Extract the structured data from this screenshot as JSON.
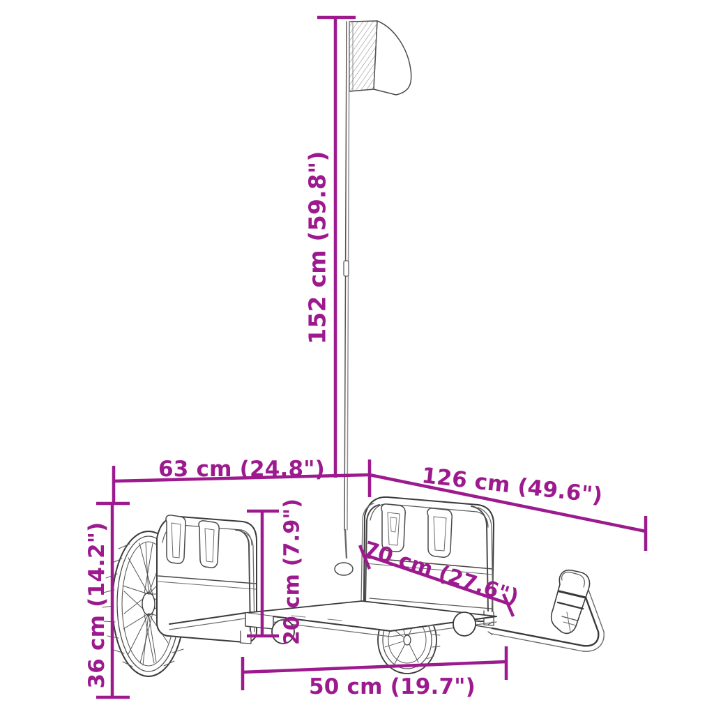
{
  "diagram": {
    "type": "technical-dimension-drawing",
    "subject": "bicycle cargo trailer",
    "background_color": "#ffffff",
    "dimension_color": "#9C1A8E",
    "line_art_color": "#3a3a3a"
  },
  "dimensions": {
    "height_total": {
      "label": "152 cm (59.8\")",
      "value_cm": 152,
      "value_in": 59.8,
      "orientation": "vertical",
      "measures": "overall height including flag pole"
    },
    "length_front": {
      "label": "63 cm (24.8\")",
      "value_cm": 63,
      "value_in": 24.8,
      "orientation": "horizontal",
      "measures": "rear section length"
    },
    "length_rear": {
      "label": "126 cm (49.6\")",
      "value_cm": 126,
      "value_in": 49.6,
      "orientation": "horizontal",
      "measures": "front section length with tow arm"
    },
    "wheel_height": {
      "label": "36 cm (14.2\")",
      "value_cm": 36,
      "value_in": 14.2,
      "orientation": "vertical",
      "measures": "wheel diameter / frame height"
    },
    "rail_height": {
      "label": "20 cm (7.9\")",
      "value_cm": 20,
      "value_in": 7.9,
      "orientation": "vertical",
      "measures": "side rail height"
    },
    "bed_width": {
      "label": "70 cm (27.6\")",
      "value_cm": 70,
      "value_in": 27.6,
      "orientation": "diagonal",
      "measures": "cargo bed width"
    },
    "track_width": {
      "label": "50 cm (19.7\")",
      "value_cm": 50,
      "value_in": 19.7,
      "orientation": "horizontal",
      "measures": "wheel track width"
    }
  },
  "parts": {
    "flag": "safety-flag",
    "flag_pole": "flag-pole",
    "wheel_left": "left-wheel",
    "wheel_right": "right-wheel",
    "side_rail_left": "left-side-rail",
    "side_rail_right": "right-side-rail",
    "cargo_bed": "cargo-bed",
    "tow_arm": "tow-arm",
    "hitch": "hitch-coupler"
  }
}
